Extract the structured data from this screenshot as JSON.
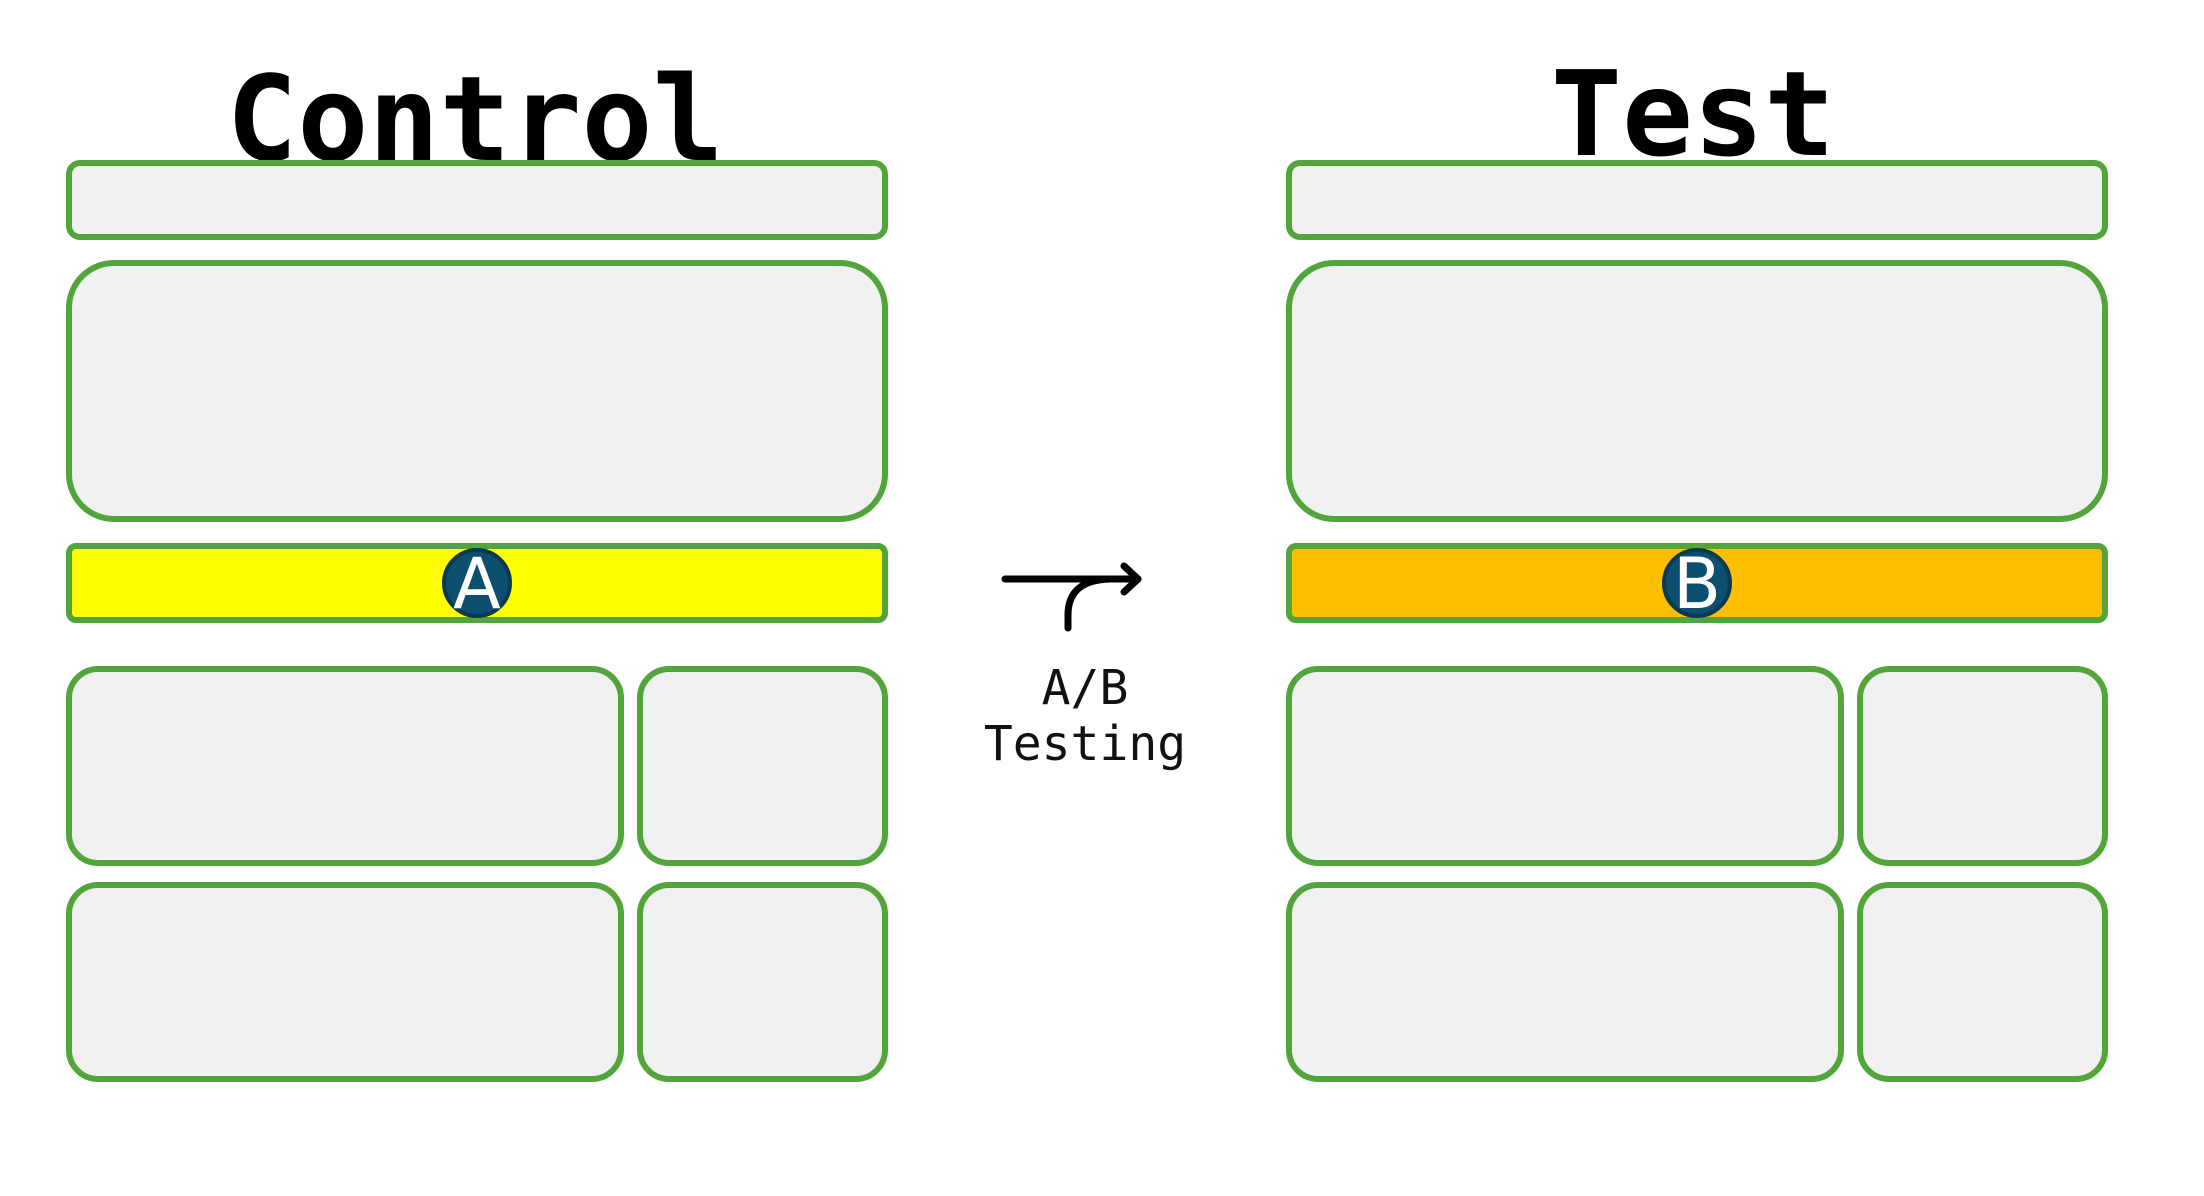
{
  "control": {
    "title": "Control",
    "variant_letter": "A",
    "band_color": "#ffff00"
  },
  "test": {
    "title": "Test",
    "variant_letter": "B",
    "band_color": "#ffbf00"
  },
  "middle": {
    "line1": "A/B",
    "line2": "Testing",
    "icon": "split-arrow-icon"
  },
  "colors": {
    "block_border": "#52a53a",
    "block_fill": "#f1f1f1",
    "badge_fill": "#0d4f6e"
  }
}
